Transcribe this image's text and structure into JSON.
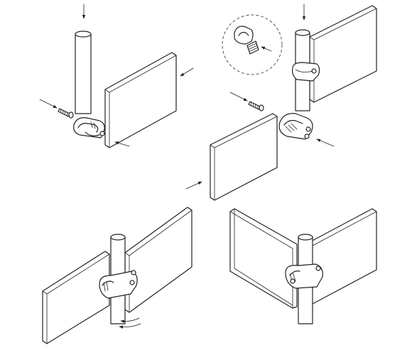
{
  "figure": {
    "title": "",
    "steps": [
      {
        "id": "step-1",
        "description_visible": false
      },
      {
        "id": "step-2",
        "description_visible": false
      },
      {
        "id": "step-3",
        "description_visible": false
      },
      {
        "id": "step-4",
        "description_visible": false
      }
    ],
    "colors": {
      "line": "#222222",
      "background": "#ffffff",
      "detail_circle": "#555555"
    },
    "icons": [
      "arrow-icon",
      "screw-icon",
      "clamp-icon",
      "tube-icon",
      "panel-icon",
      "rotate-arrows-icon",
      "detail-callout-icon"
    ]
  }
}
